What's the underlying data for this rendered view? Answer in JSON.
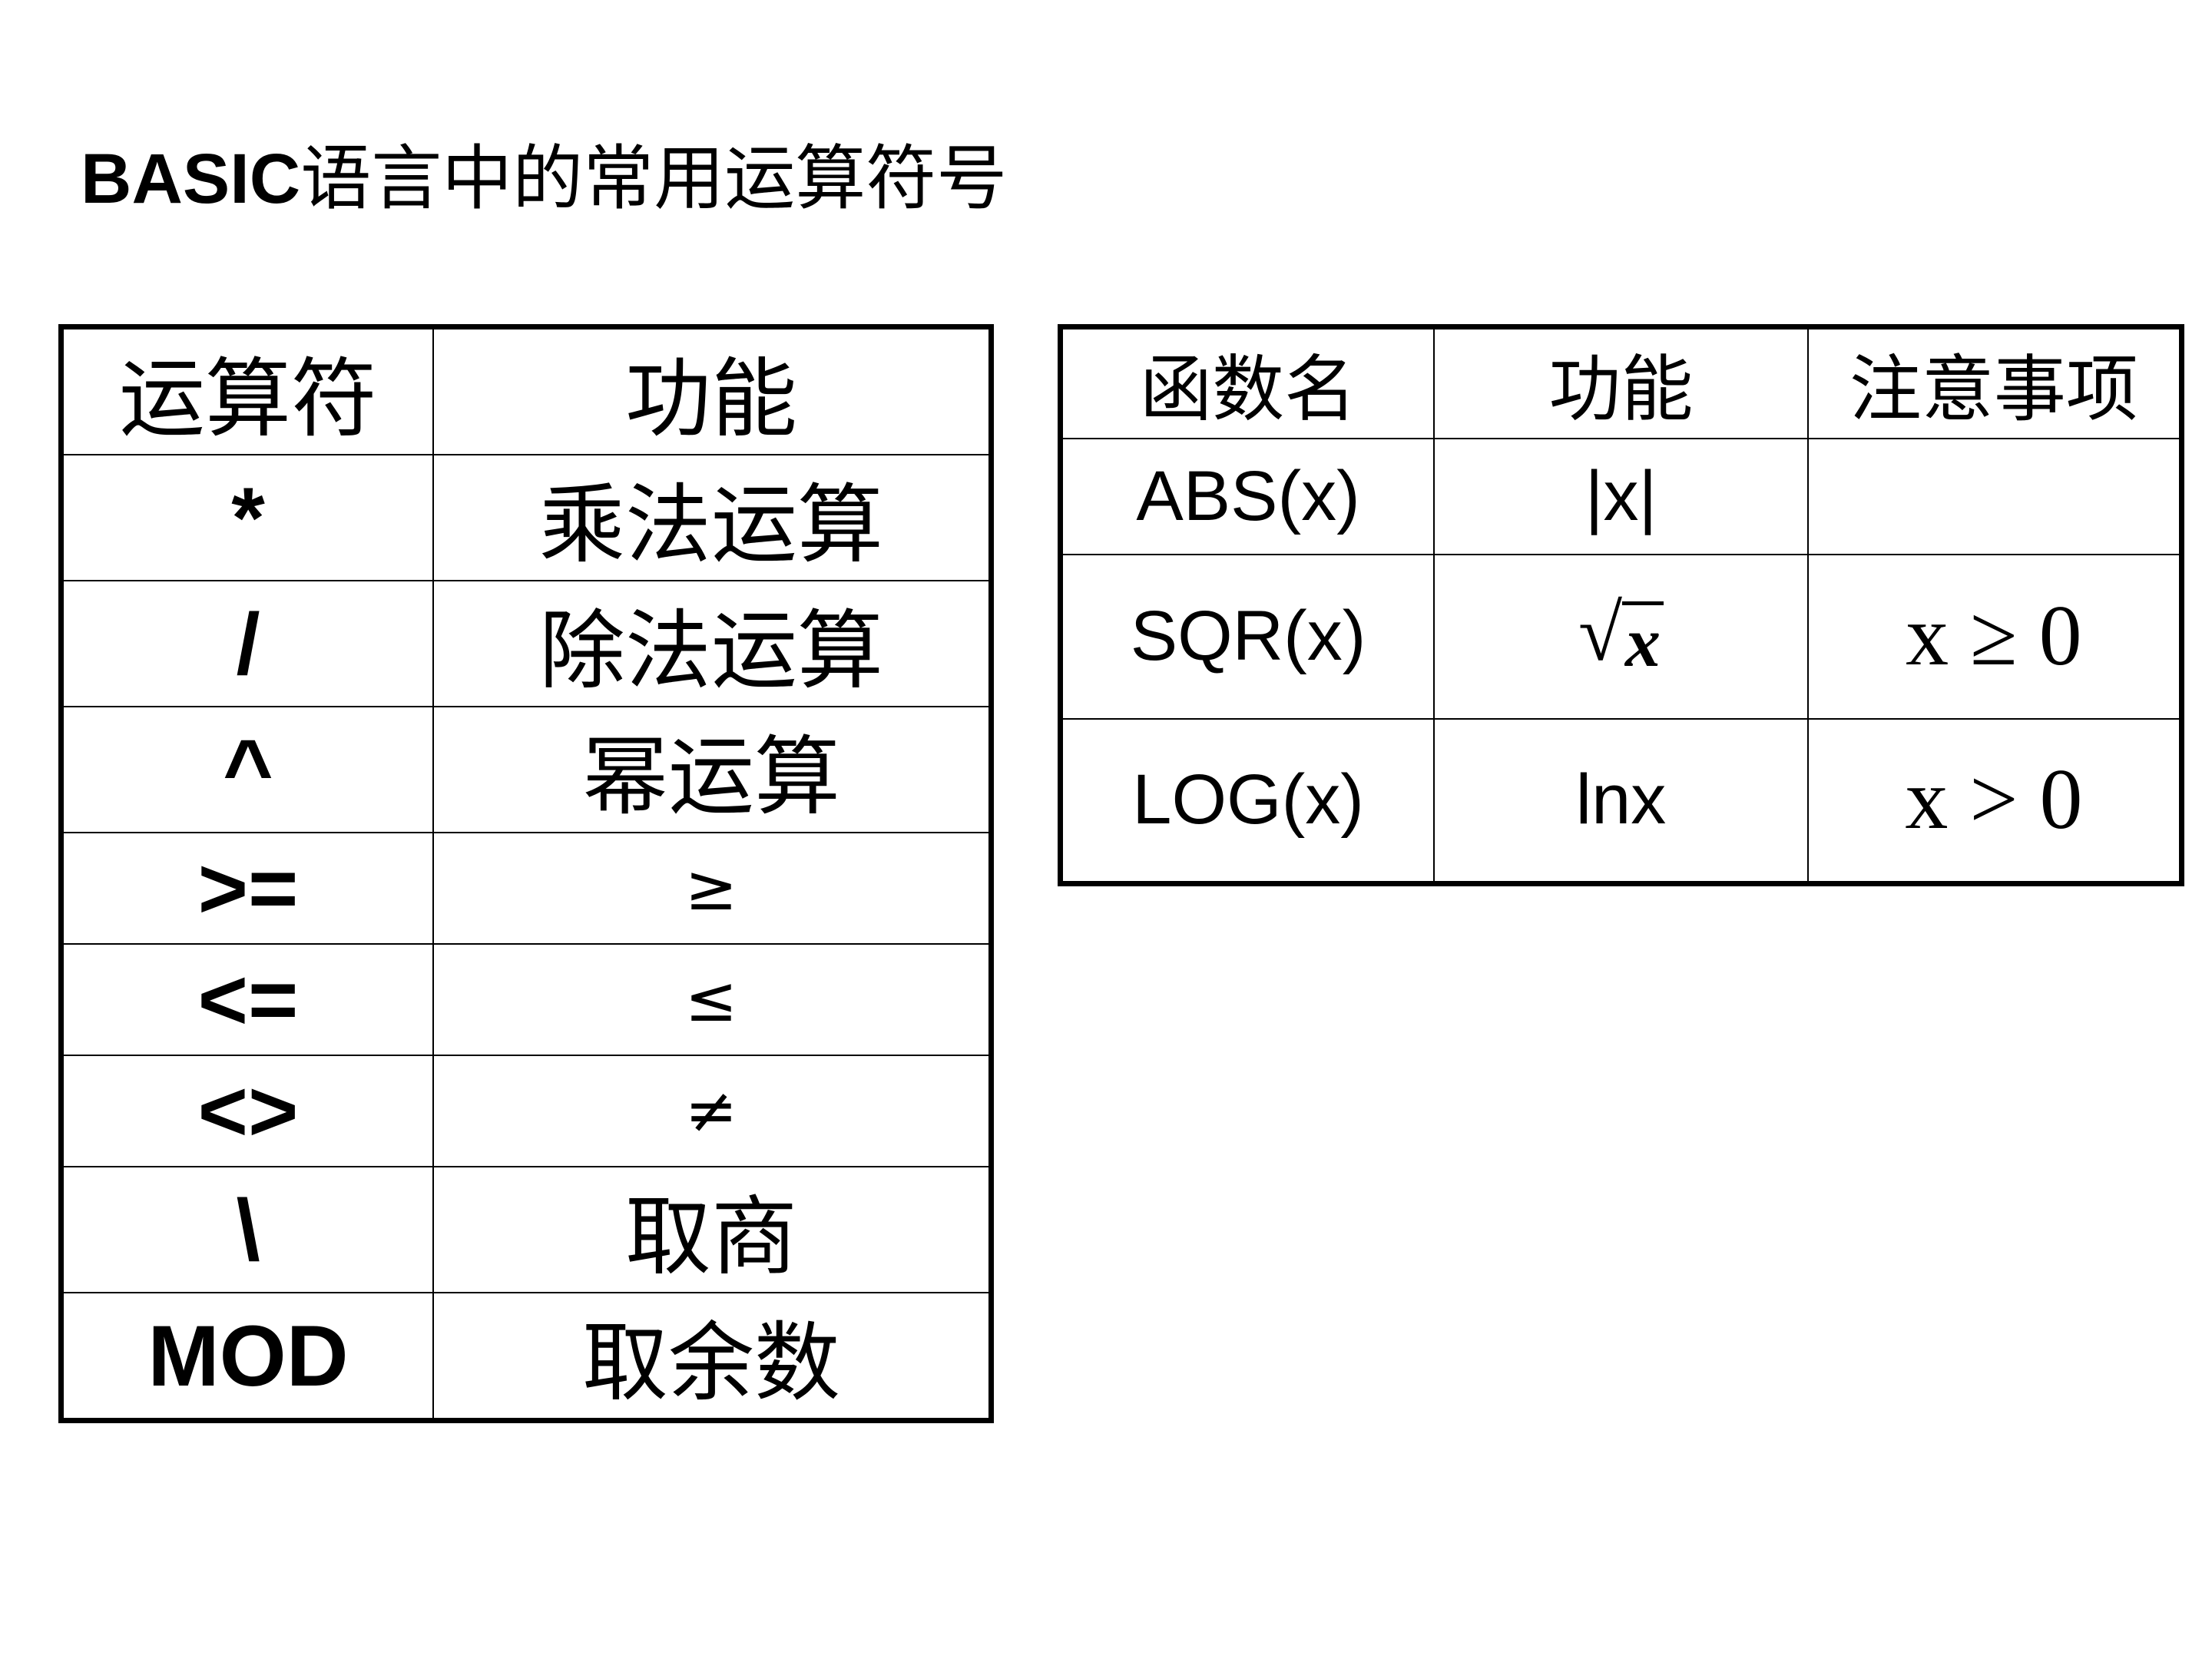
{
  "title": {
    "latin": "BASIC",
    "cjk": "语言中的常用运算符号"
  },
  "operators_table": {
    "headers": [
      "运算符",
      "功能"
    ],
    "rows": [
      {
        "symbol": "*",
        "function": "乘法运算"
      },
      {
        "symbol": "/",
        "function": "除法运算"
      },
      {
        "symbol": "^",
        "function": "幂运算"
      },
      {
        "symbol": ">=",
        "function": "≥"
      },
      {
        "symbol": "<=",
        "function": "≤"
      },
      {
        "symbol": "<>",
        "function": "≠"
      },
      {
        "symbol": "\\",
        "function": "取商"
      },
      {
        "symbol": "MOD",
        "function": "取余数"
      }
    ]
  },
  "functions_table": {
    "headers": [
      "函数名",
      "功能",
      "注意事项"
    ],
    "rows": [
      {
        "name": "ABS(x)",
        "function": "|x|",
        "note": ""
      },
      {
        "name": "SQR(x)",
        "function_radical": "√",
        "function_arg": "x",
        "note": "x ≥ 0"
      },
      {
        "name": "LOG(x)",
        "function": "lnx",
        "note": "x > 0"
      }
    ]
  }
}
